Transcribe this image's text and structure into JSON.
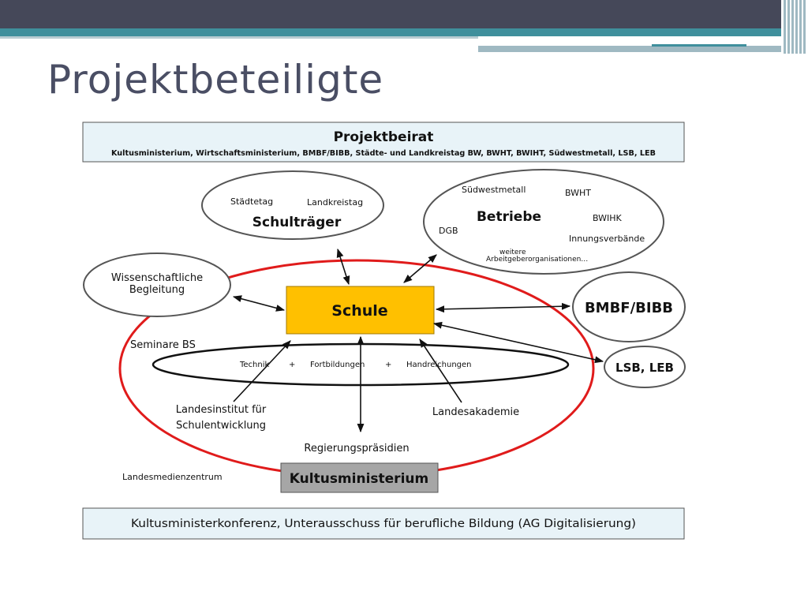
{
  "slide": {
    "title": "Projektbeteiligte"
  },
  "diagram": {
    "projektbeirat": {
      "title": "Projektbeirat",
      "members": "Kultusministerium, Wirtschaftsministerium, BMBF/BIBB, Städte- und Landkreistag BW, BWHT, BWIHT, Südwestmetall, LSB, LEB"
    },
    "schultraeger": {
      "title": "Schulträger",
      "staedtetag": "Städtetag",
      "landkreistag": "Landkreistag"
    },
    "betriebe": {
      "title": "Betriebe",
      "suedwestmetall": "Südwestmetall",
      "bwht": "BWHT",
      "bwihk": "BWIHK",
      "dgb": "DGB",
      "innungsverbaende": "Innungsverbände",
      "weitere_1": "weitere",
      "weitere_2": "Arbeitgeberorganisationen…"
    },
    "wissenschaft": {
      "line1": "Wissenschaftliche",
      "line2": "Begleitung"
    },
    "schule": "Schule",
    "bmbf": "BMBF/BIBB",
    "lsb": "LSB, LEB",
    "seminare": "Seminare BS",
    "technik_ellipse": {
      "technik": "Technik",
      "plus1": "+",
      "fortbildungen": "Fortbildungen",
      "plus2": "+",
      "handreichungen": "Handreichungen"
    },
    "landesinstitut": {
      "line1": "Landesinstitut für",
      "line2": "Schulentwicklung"
    },
    "landesakademie": "Landesakademie",
    "regierung": "Regierungspräsidien",
    "landesmedien": "Landesmedienzentrum",
    "kultusministerium": "Kultusministerium",
    "kmk": "Kultusministerkonferenz,  Unterausschuss  für  berufliche  Bildung (AG Digitalisierung)",
    "colors": {
      "schule_fill": "#ffc000",
      "ring": "#e01b1b",
      "header_fill": "#e8f3f8",
      "km_fill": "#a6a6a6",
      "title": "#4a4e64"
    }
  }
}
